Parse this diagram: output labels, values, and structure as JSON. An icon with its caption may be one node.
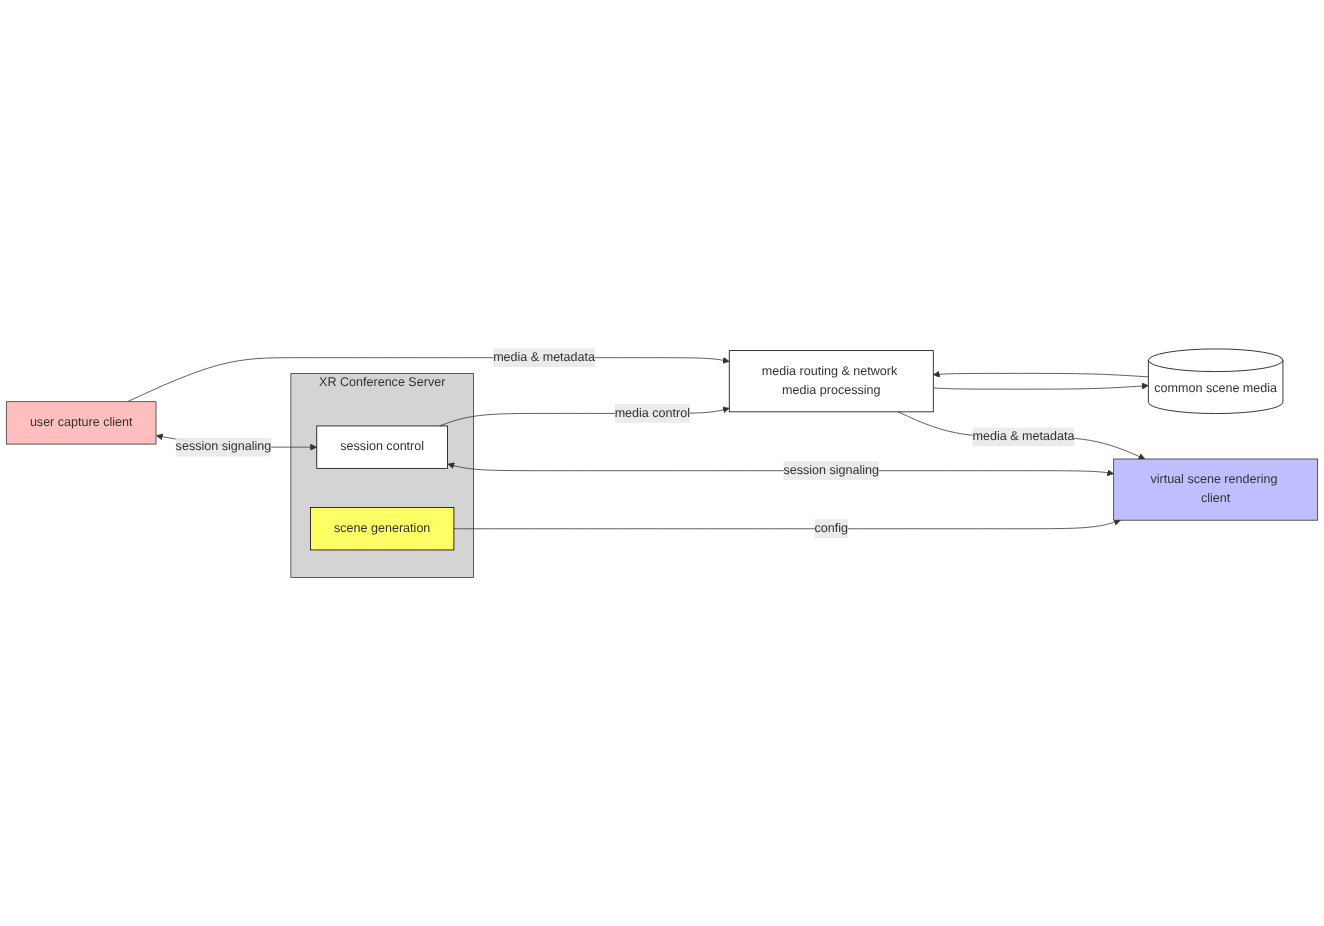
{
  "diagram": {
    "nodes": [
      {
        "text": [
          "user capture client"
        ]
      },
      {
        "text": [
          "XR Conference Server"
        ]
      },
      {
        "text": [
          "session control"
        ],
        "in": 1
      },
      {
        "text": [
          "scene generation"
        ],
        "in": 1
      },
      {
        "text": [
          "virtual scene rendering client"
        ]
      },
      {
        "text": [
          "media routing & network media processing"
        ]
      },
      {
        "text": [
          "common scene media"
        ]
      }
    ],
    "edges": [
      {
        "from": 0,
        "to": 2,
        "arrow": "both",
        "label": "session signaling"
      },
      {
        "from": 2,
        "to": 4,
        "arrow": "both",
        "label": "session signaling"
      },
      {
        "from": 3,
        "to": 4,
        "arrow": "to",
        "label": "config"
      },
      {
        "from": 2,
        "to": 5,
        "arrow": "to",
        "label": "media control"
      },
      {
        "from": 0,
        "to": 5,
        "arrow": "to",
        "label": "media & metadata"
      },
      {
        "from": 5,
        "to": 4,
        "arrow": "to",
        "label": "media & metadata"
      },
      {
        "from": 6,
        "to": 5,
        "arrow": "to"
      },
      {
        "from": 5,
        "to": 6,
        "arrow": "to"
      }
    ]
  }
}
